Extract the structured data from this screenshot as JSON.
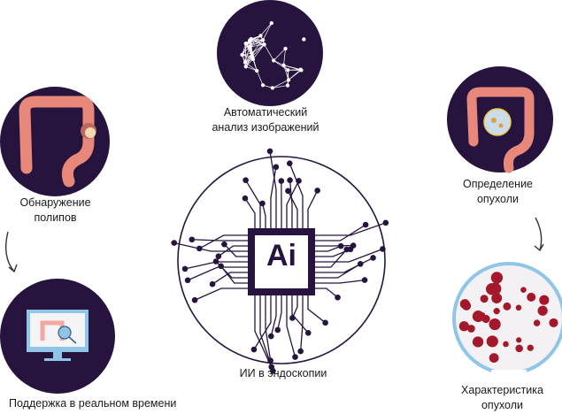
{
  "center": {
    "title": "ИИ в эндоскопии",
    "chip_text": "Ai"
  },
  "nodes": [
    {
      "id": "image-analysis",
      "lines": [
        "Автоматический",
        "анализ изображений"
      ]
    },
    {
      "id": "polyp-detection",
      "lines": [
        "Обнаружение",
        "полипов"
      ]
    },
    {
      "id": "realtime-support",
      "lines": [
        "Поддержка в реальном времени"
      ]
    },
    {
      "id": "tumor-detection",
      "lines": [
        "Определение",
        "опухоли"
      ]
    },
    {
      "id": "tumor-characterization",
      "lines": [
        "Характеристика",
        "опухоли"
      ]
    }
  ],
  "colors": {
    "dark": "#26143f",
    "colon": "#e8887a",
    "accent_blue": "#8fc6e8",
    "red": "#a3182a"
  }
}
